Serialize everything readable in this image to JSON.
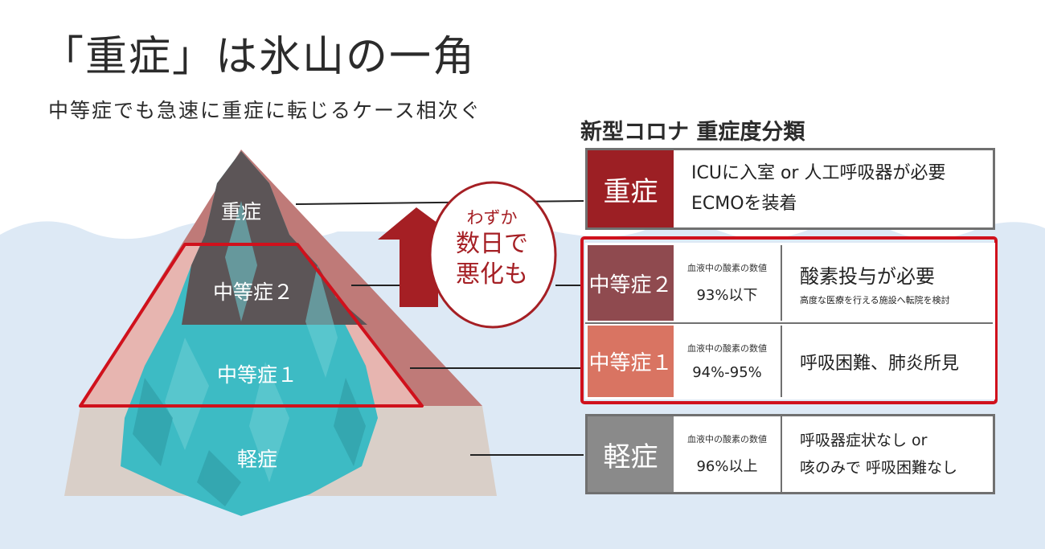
{
  "title": "「重症」は氷山の一角",
  "subtitle": "中等症でも急速に重症に転じるケース相次ぐ",
  "iceberg": {
    "levels": [
      {
        "label": "重症"
      },
      {
        "label": "中等症２"
      },
      {
        "label": "中等症１"
      },
      {
        "label": "軽症"
      }
    ]
  },
  "arrow_bubble": {
    "line1": "わずか",
    "line2": "数日で",
    "line3": "悪化も"
  },
  "classification": {
    "title": "新型コロナ 重症度分類",
    "rows": [
      {
        "name": "重症",
        "desc1": "ICUに入室 or 人工呼吸器が必要",
        "desc2": "ECMOを装着",
        "color": "#9c1f24"
      },
      {
        "name": "中等症２",
        "spo2_caption": "血液中の酸素の数値",
        "spo2_value": "93%以下",
        "desc1": "酸素投与が必要",
        "desc2": "高度な医療を行える施設へ転院を検討",
        "color": "#8f4a4f"
      },
      {
        "name": "中等症１",
        "spo2_caption": "血液中の酸素の数値",
        "spo2_value": "94%-95%",
        "desc1": "呼吸困難、肺炎所見",
        "color": "#d97462"
      },
      {
        "name": "軽症",
        "spo2_caption": "血液中の酸素の数値",
        "spo2_value": "96%以上",
        "desc1": "呼吸器症状なし or",
        "desc2": "咳のみで 呼吸困難なし",
        "color": "#8a8a8a"
      }
    ]
  },
  "colors": {
    "water": "#dde9f5",
    "ice": "#3dbbc4",
    "highlight": "#d0111c",
    "pyramid_base": "#d9cfc8"
  }
}
